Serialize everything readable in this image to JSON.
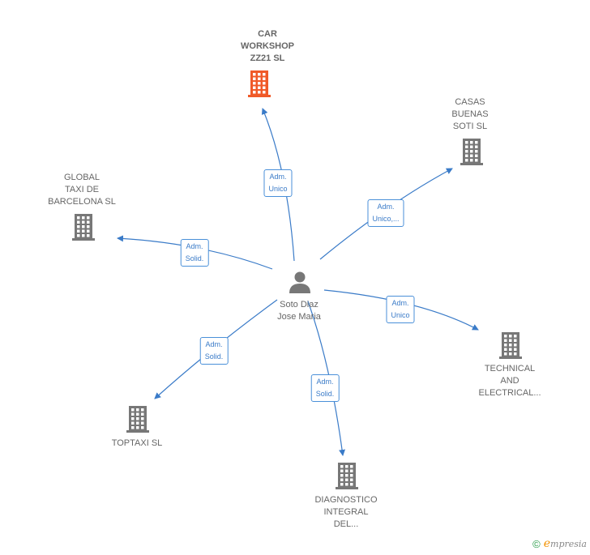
{
  "center": {
    "name": "Soto Diaz\nJose Maria",
    "icon": "person-icon"
  },
  "companies": {
    "car_workshop": {
      "name": "CAR\nWORKSHOP\nZZ21  SL",
      "color": "#f05a28"
    },
    "casas_buenas": {
      "name": "CASAS\nBUENAS\nSOTI  SL",
      "color": "#777777"
    },
    "global_taxi": {
      "name": "GLOBAL\nTAXI DE\nBARCELONA SL",
      "color": "#777777"
    },
    "technical": {
      "name": "TECHNICAL\nAND\nELECTRICAL...",
      "color": "#777777"
    },
    "toptaxi": {
      "name": "TOPTAXI SL",
      "color": "#777777"
    },
    "diagnostico": {
      "name": "DIAGNOSTICO\nINTEGRAL\nDEL...",
      "color": "#777777"
    }
  },
  "relations": {
    "car_workshop": "Adm.\nUnico",
    "casas_buenas": "Adm.\nUnico,...",
    "global_taxi": "Adm.\nSolid.",
    "technical": "Adm.\nUnico",
    "toptaxi": "Adm.\nSolid.",
    "diagnostico": "Adm.\nSolid."
  },
  "colors": {
    "edge": "#3a7bc8",
    "person": "#777777"
  },
  "footer": {
    "copyright_symbol": "©",
    "brand_initial": "e",
    "brand_rest": "mpresia"
  }
}
